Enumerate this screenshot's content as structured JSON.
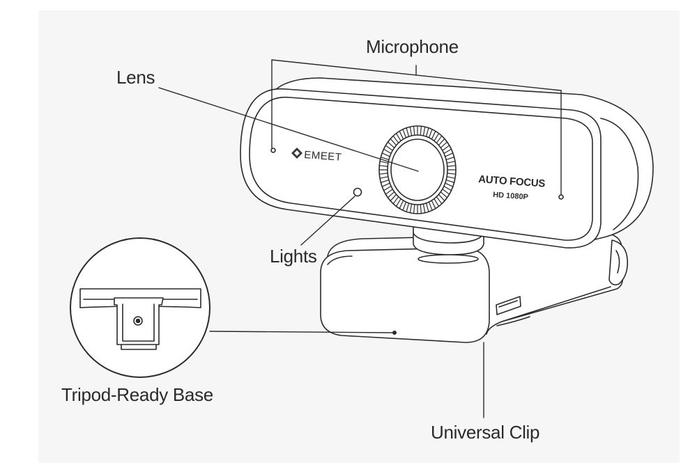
{
  "labels": {
    "microphone": "Microphone",
    "lens": "Lens",
    "lights": "Lights",
    "tripod_base": "Tripod-Ready Base",
    "universal_clip": "Universal Clip"
  },
  "device_text": {
    "brand": "EMEET",
    "auto_focus": "AUTO FOCUS",
    "resolution": "HD 1080P"
  },
  "colors": {
    "line": "#2a2a2a",
    "panel": "#f6f6f6",
    "body_fill": "#ffffff"
  }
}
